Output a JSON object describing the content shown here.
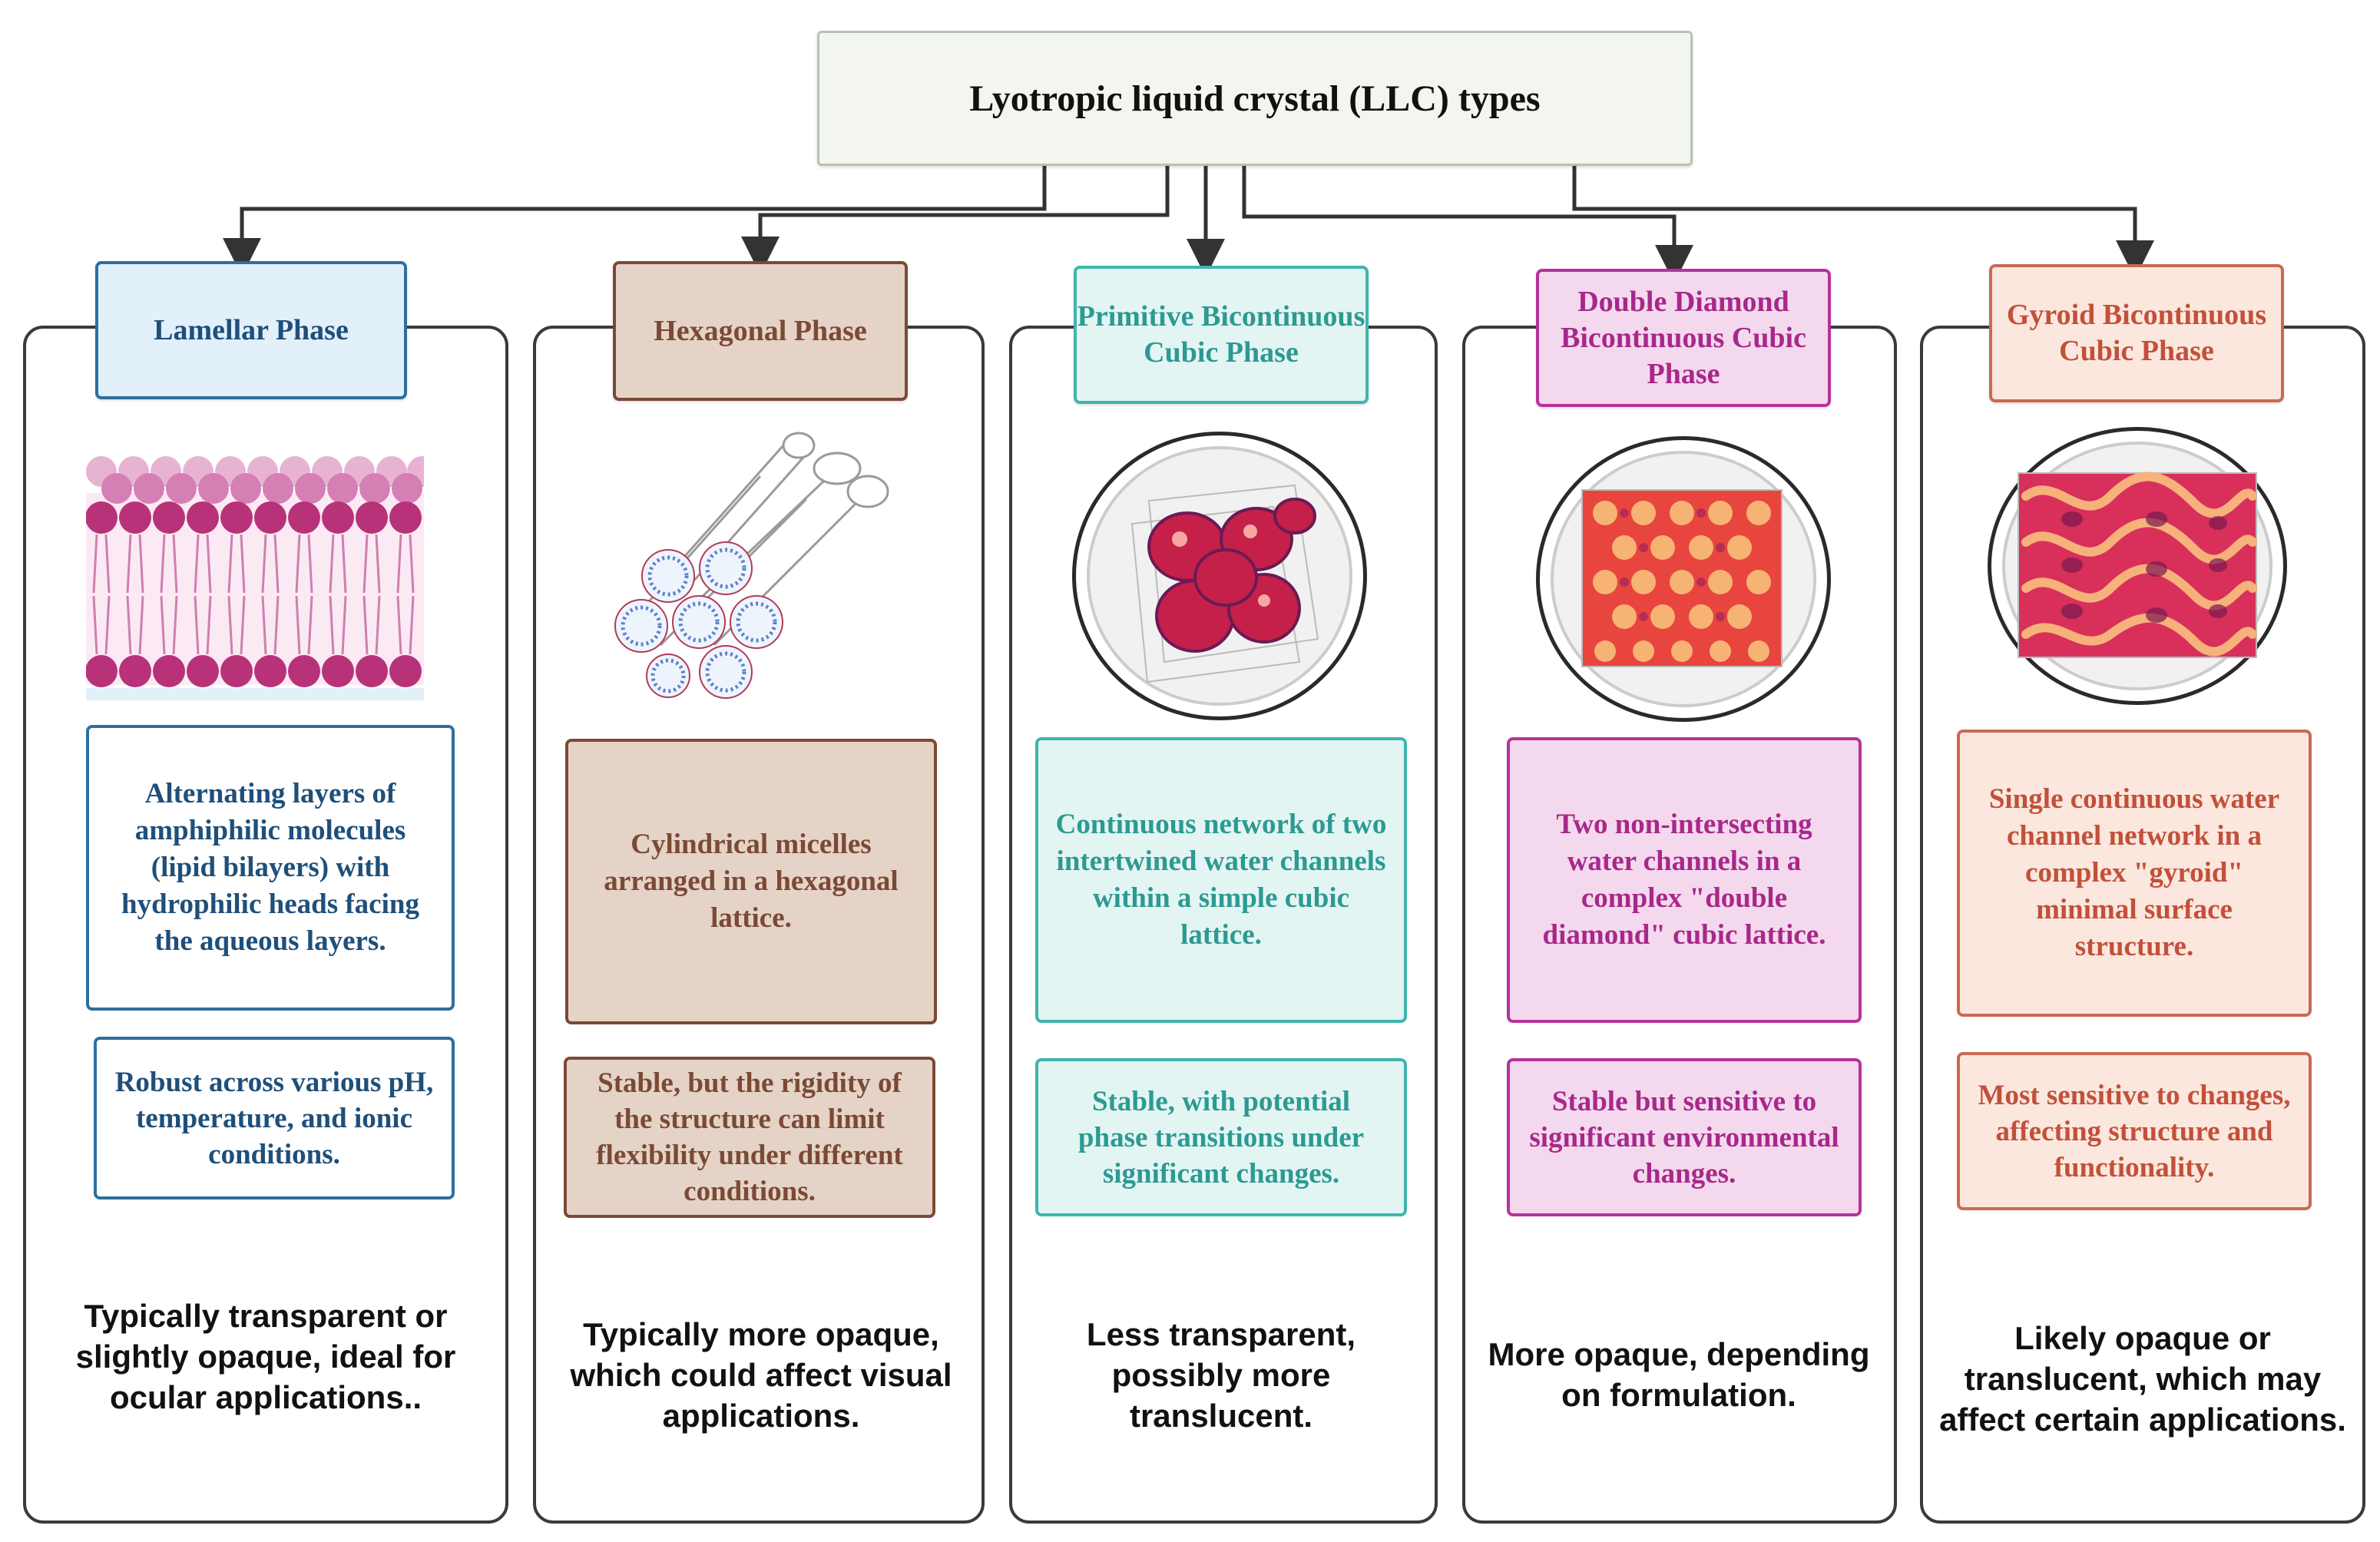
{
  "title": "Lyotropic liquid crystal (LLC) types",
  "colors": {
    "connector": "#333333",
    "lamellar": {
      "border": "#2e6f9e",
      "fill": "#e2f0fa",
      "text": "#1f4f7a"
    },
    "hexagonal": {
      "border": "#7a4a36",
      "fill": "#e6d3c7",
      "text": "#7a4a36"
    },
    "primitive": {
      "border": "#3fb5ad",
      "fill": "#e3f5f3",
      "text": "#2c9a92"
    },
    "diamond": {
      "border": "#b8329a",
      "fill": "#f4d9ee",
      "text": "#a8288a"
    },
    "gyroid": {
      "border": "#c96a55",
      "fill": "#fbe7dd",
      "text": "#c2503a"
    }
  },
  "phases": [
    {
      "id": "lamellar",
      "header": "Lamellar Phase",
      "icon": "lipid-bilayer-icon",
      "description": "Alternating layers of amphiphilic molecules (lipid bilayers) with hydrophilic heads facing the aqueous layers.",
      "stability": "Robust across various pH, temperature, and ionic conditions.",
      "opacity": "Typically transparent or slightly opaque, ideal for ocular applications.."
    },
    {
      "id": "hexagonal",
      "header": "Hexagonal Phase",
      "icon": "cylindrical-micelles-icon",
      "description": "Cylindrical micelles arranged in a hexagonal lattice.",
      "stability": "Stable, but the rigidity of the structure can limit flexibility under different conditions.",
      "opacity": "Typically more opaque, which could affect visual applications."
    },
    {
      "id": "primitive",
      "header": "Primitive Bicontinuous Cubic Phase",
      "icon": "primitive-cubic-structure-icon",
      "description": "Continuous network of two intertwined water channels within a simple cubic lattice.",
      "stability": "Stable, with potential phase transitions under significant changes.",
      "opacity": "Less transparent, possibly more translucent."
    },
    {
      "id": "diamond",
      "header": "Double Diamond Bicontinuous Cubic Phase",
      "icon": "double-diamond-structure-icon",
      "description": "Two non-intersecting water channels in a complex \"double diamond\" cubic lattice.",
      "stability": "Stable but sensitive to significant environmental changes.",
      "opacity": "More opaque, depending on formulation."
    },
    {
      "id": "gyroid",
      "header": "Gyroid Bicontinuous Cubic Phase",
      "icon": "gyroid-structure-icon",
      "description": "Single continuous water channel network in a complex \"gyroid\" minimal surface structure.",
      "stability": "Most sensitive to changes, affecting structure and functionality.",
      "opacity": "Likely opaque or translucent, which may affect certain applications."
    }
  ]
}
